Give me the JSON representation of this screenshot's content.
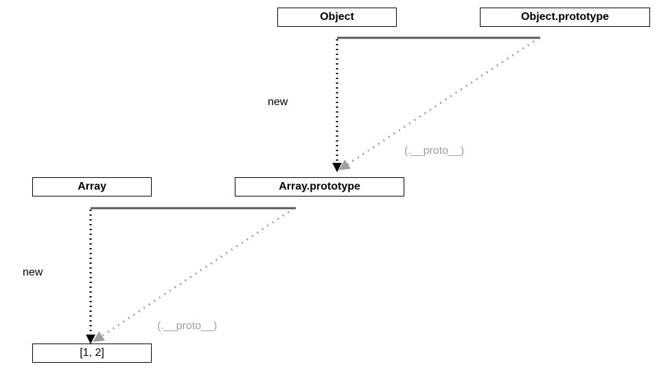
{
  "nodes": {
    "object": "Object",
    "object_prototype": "Object.prototype",
    "array": "Array",
    "array_prototype": "Array.prototype",
    "instance": "[1, 2]"
  },
  "labels": {
    "new_upper": "new",
    "proto_upper": "(.__proto__)",
    "new_lower": "new",
    "proto_lower": "(.__proto__)"
  },
  "colors": {
    "box_border": "#000000",
    "connector_line": "#595959",
    "new_arrow": "#000000",
    "proto_arrow": "#9e9e9e",
    "proto_label": "#9e9e9e"
  }
}
